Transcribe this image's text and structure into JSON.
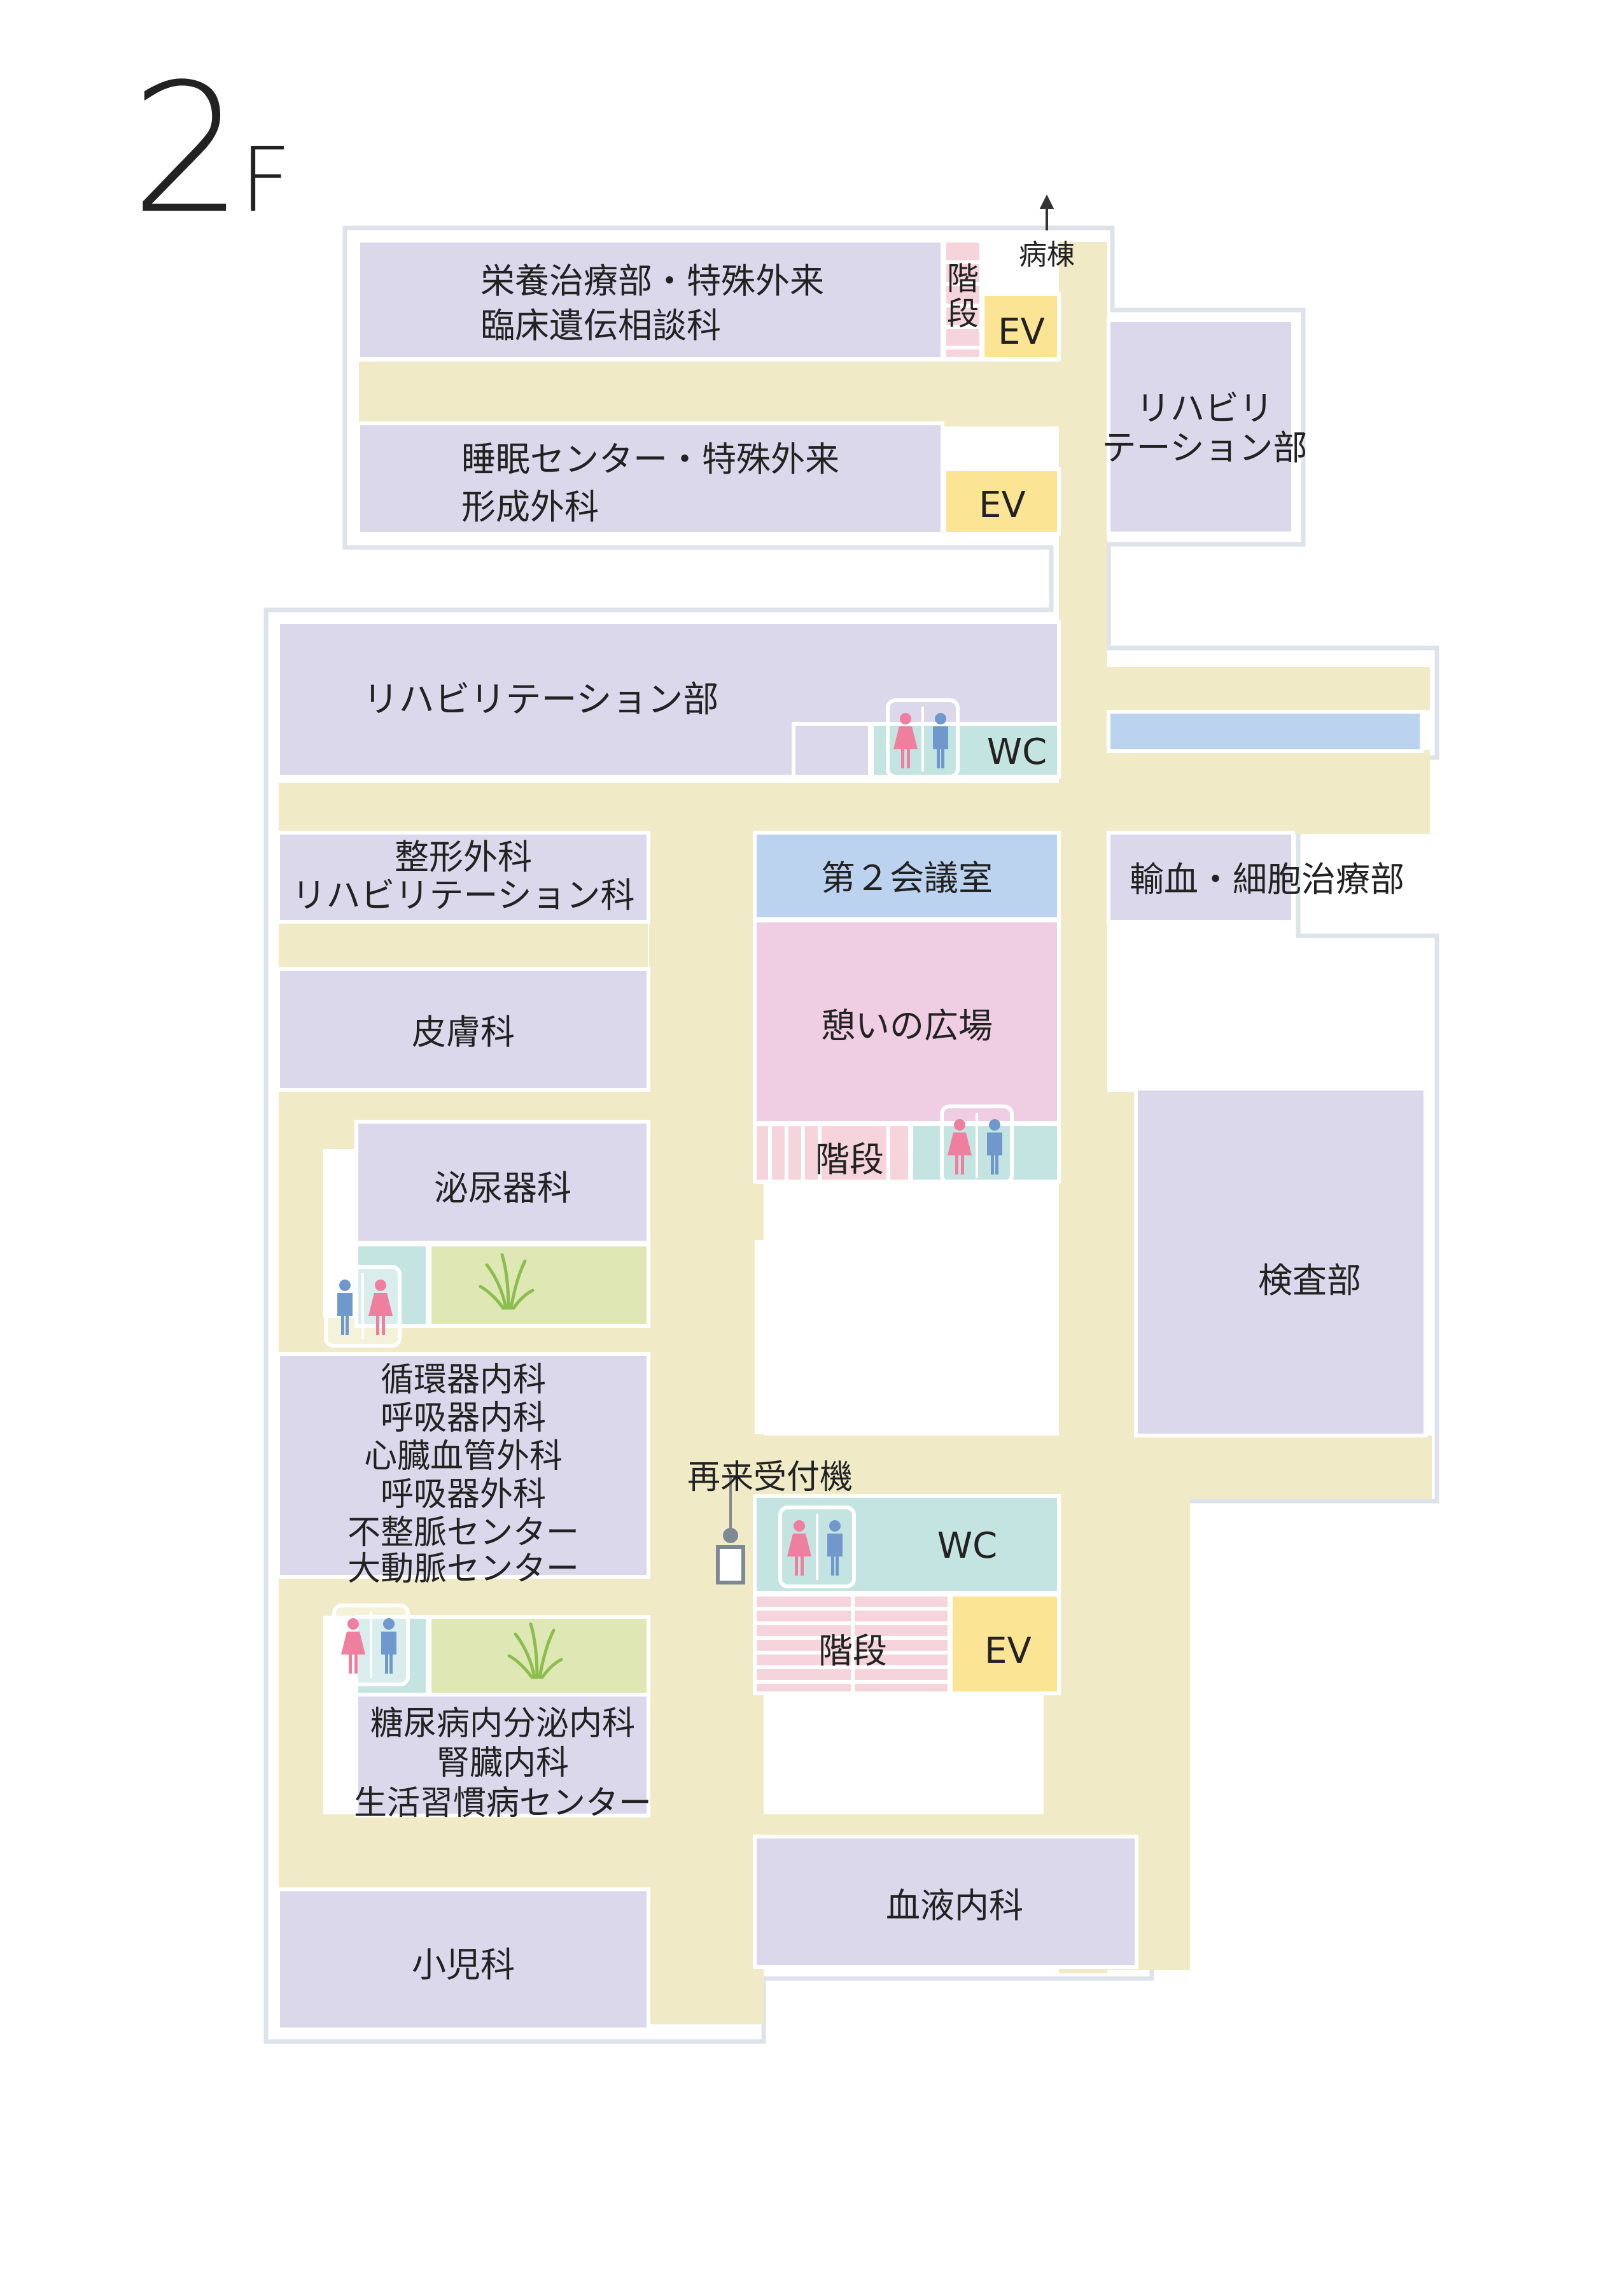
{
  "floor": {
    "number": "2",
    "suffix": "F"
  },
  "colors": {
    "room": "#dcd8ec",
    "corridor": "#f0ebc6",
    "restroom": "#c4e4e2",
    "conference": "#bcd3ef",
    "plaza": "#efcde3",
    "garden": "#dfe8b4",
    "elevator": "#fbe494",
    "stairs": "#f5d4dc",
    "outline": "#dde3ea",
    "female": "#ef7f9e",
    "male": "#6f98cc"
  },
  "labels": {
    "ward_arrow": "病棟",
    "nutrition": [
      "栄養治療部・特殊外来",
      "臨床遺伝相談科"
    ],
    "stairs_top": [
      "階",
      "段"
    ],
    "ev": "EV",
    "sleep": [
      "睡眠センター・特殊外来",
      "形成外科"
    ],
    "rehab_right": [
      "リハビリ",
      "テーション部"
    ],
    "rehab_main": "リハビリテーション部",
    "wc": "WC",
    "ortho": [
      "整形外科",
      "リハビリテーション科"
    ],
    "conf2": "第２会議室",
    "transfusion": "輸血・細胞治療部",
    "derm": "皮膚科",
    "plaza": "憩いの広場",
    "stairs": "階段",
    "urology": "泌尿器科",
    "exam": "検査部",
    "cardio": [
      "循環器内科",
      "呼吸器内科",
      "心臓血管外科",
      "呼吸器外科",
      "不整脈センター",
      "大動脈センター"
    ],
    "reentry": "再来受付機",
    "diabetes": [
      "糖尿病内分泌内科",
      "腎臓内科",
      "生活習慣病センター"
    ],
    "hematology": "血液内科",
    "pediatrics": "小児科"
  }
}
